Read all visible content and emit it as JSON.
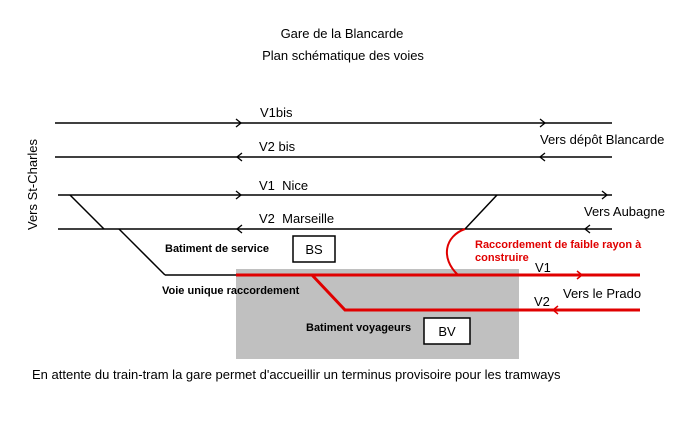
{
  "title": {
    "line1": "Gare de la Blancarde",
    "line2": "Plan schématique des voies"
  },
  "side_label": "Vers St-Charles",
  "tracks": {
    "v1bis": "V1bis",
    "v2bis": "V2 bis",
    "v1_nice": "V1  Nice",
    "v2_marseille": "V2  Marseille",
    "v1_red": "V1",
    "v2_red": "V2"
  },
  "destinations": {
    "depot": "Vers dépôt Blancarde",
    "aubagne": "Vers Aubagne",
    "prado": "Vers le Prado"
  },
  "buildings": {
    "service_label": "Batiment de service",
    "service_code": "BS",
    "voyageurs_label": "Batiment voyageurs",
    "voyageurs_code": "BV"
  },
  "annotations": {
    "voie_unique": "Voie unique raccordement",
    "raccordement_line1": "Raccordement de faible rayon à",
    "raccordement_line2": "construire"
  },
  "caption": "En attente du train-tram la gare permet d'accueillir un terminus provisoire pour les tramways",
  "colors": {
    "track": "#000000",
    "new_track": "#e00000",
    "platform_area": "#c0c0c0"
  }
}
